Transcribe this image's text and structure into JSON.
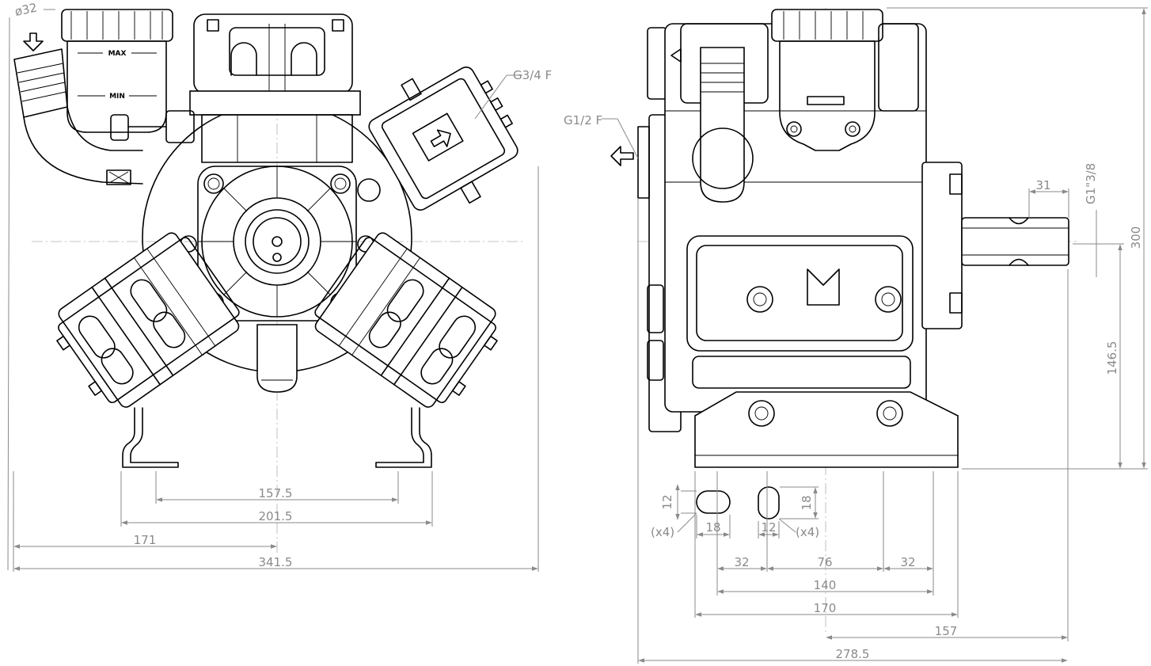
{
  "drawing": {
    "front_view": {
      "dimensions": {
        "inlet_diameter": "ø32",
        "foot_hole_spacing": "157.5",
        "foot_width": "201.5",
        "center_to_left": "171",
        "overall_width": "341.5"
      },
      "labels": {
        "outlet_port": "G3/4 F",
        "tank_max": "MAX",
        "tank_min": "MIN"
      }
    },
    "side_view": {
      "dimensions": {
        "shaft_length": "31",
        "overall_height": "300",
        "shaft_height": "146.5",
        "slot_height_left": "12",
        "slot_width_left": "18",
        "slot_width_right": "12",
        "slot_height_right": "18",
        "hole_offset_left": "32",
        "hole_spacing_middle": "76",
        "hole_offset_right": "32",
        "hole_span": "140",
        "base_width": "170",
        "center_to_rear": "157",
        "overall_depth": "278.5"
      },
      "labels": {
        "inlet_port": "G1/2 F",
        "shaft_thread": "G1\"3/8",
        "slot_count_left": "(x4)",
        "slot_count_right": "(x4)"
      }
    }
  }
}
